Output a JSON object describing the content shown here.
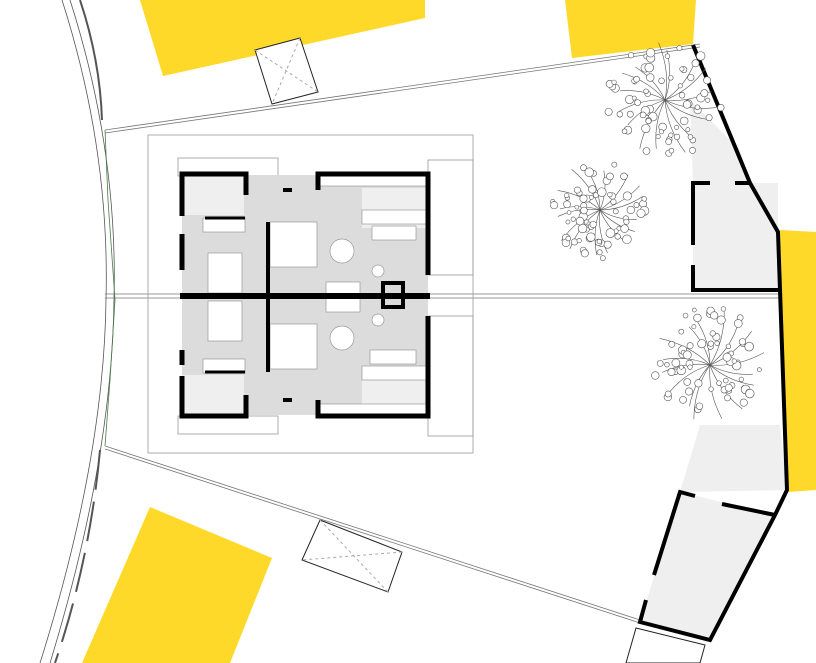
{
  "colors": {
    "neighbor_building": "#FFD92A",
    "wall": "#000000",
    "interior_floor": "#DCDCDC",
    "light_floor": "#EFEFEF",
    "line": "#888888",
    "green_line": "#4a7a4a"
  },
  "plan": {
    "trees": [
      {
        "name": "tree-north"
      },
      {
        "name": "tree-middle"
      },
      {
        "name": "tree-south"
      }
    ]
  }
}
